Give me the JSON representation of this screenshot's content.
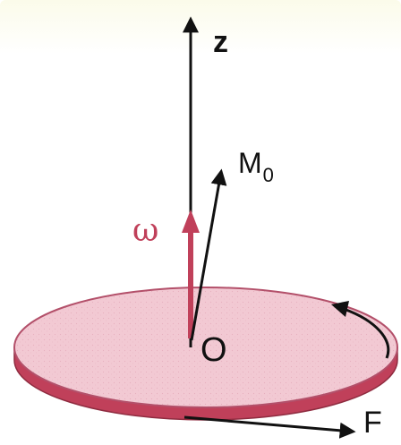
{
  "labels": {
    "z_axis": "z",
    "moment": "M",
    "moment_sub": "0",
    "omega": "ω",
    "origin": "O",
    "force": "F"
  },
  "colors": {
    "disk_top": "#f2c9d3",
    "disk_rim": "#c0405a",
    "omega_arrow": "#c0405a",
    "ink": "#111111"
  },
  "icons": {
    "rotation": "curved-arrow-icon"
  }
}
